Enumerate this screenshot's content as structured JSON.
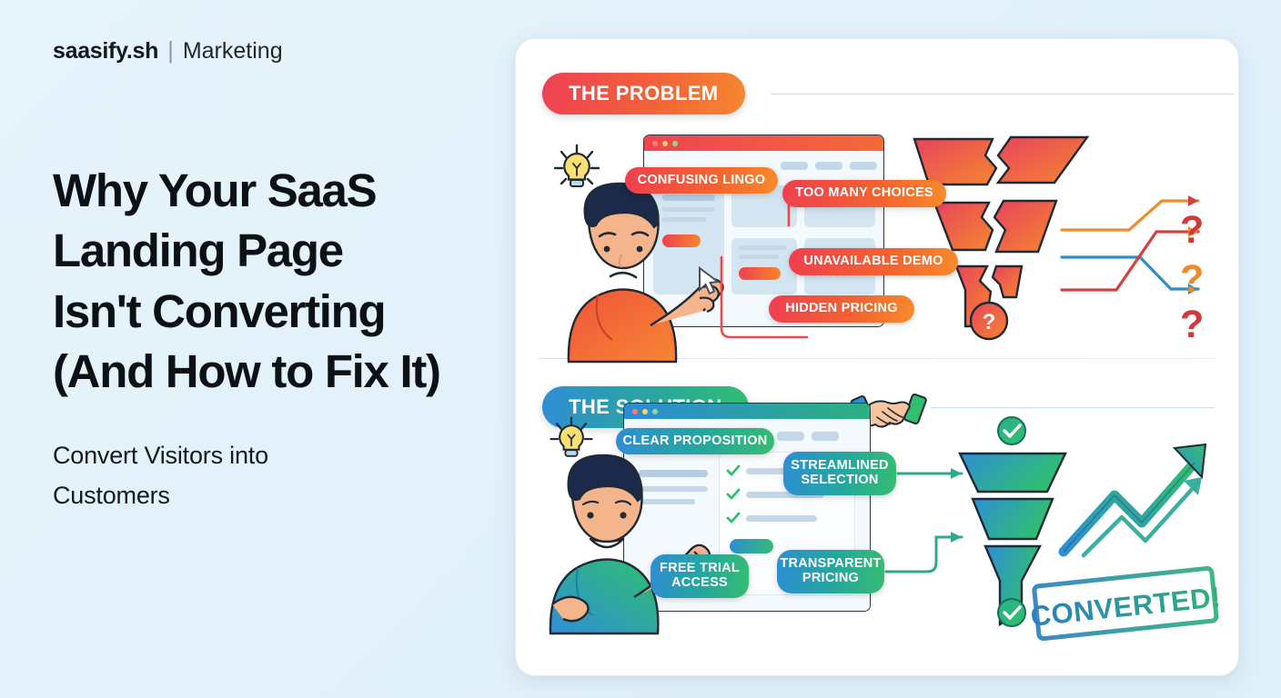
{
  "brand": {
    "name": "saasify.sh",
    "separator": "|",
    "section": "Marketing"
  },
  "hero": {
    "headline_lines": [
      "Why Your SaaS",
      "Landing Page",
      "Isn't Converting",
      "(And How to Fix It)"
    ],
    "subhead_lines": [
      "Convert Visitors into",
      "Customers"
    ]
  },
  "problem": {
    "badge": "THE PROBLEM",
    "labels": [
      "CONFUSING LINGO",
      "TOO MANY CHOICES",
      "UNAVAILABLE DEMO",
      "HIDDEN PRICING"
    ],
    "funnel_state": "broken",
    "question_marks": [
      "?",
      "?",
      "?"
    ],
    "funnel_badge": "?",
    "arrow_colors": [
      "#d2413f",
      "#f08a2c",
      "#2f8ec4"
    ],
    "qmark_colors": [
      "#d1393a",
      "#f08b2b",
      "#d1393a"
    ],
    "accent": "#ef4056",
    "icons": [
      "lightbulb-icon",
      "cursor-icon",
      "broken-funnel-icon",
      "question-mark-icon"
    ]
  },
  "solution": {
    "badge": "THE SOLUTION",
    "labels": [
      "CLEAR PROPOSITION",
      "STREAMLINED\nSELECTION",
      "FREE TRIAL\nACCESS",
      "TRANSPARENT\nPRICING"
    ],
    "funnel_state": "intact",
    "stamp": "CONVERTED!",
    "checkmarks": 2,
    "accent": "#2fbf6e",
    "icons": [
      "lightbulb-icon",
      "handshake-icon",
      "funnel-icon",
      "check-circle-icon",
      "growth-arrow-icon",
      "converted-stamp-icon"
    ]
  },
  "colors": {
    "background": "#e3f1fa",
    "card": "#ffffff",
    "text_dark": "#0c1116",
    "divider": "#d4e2ec"
  }
}
